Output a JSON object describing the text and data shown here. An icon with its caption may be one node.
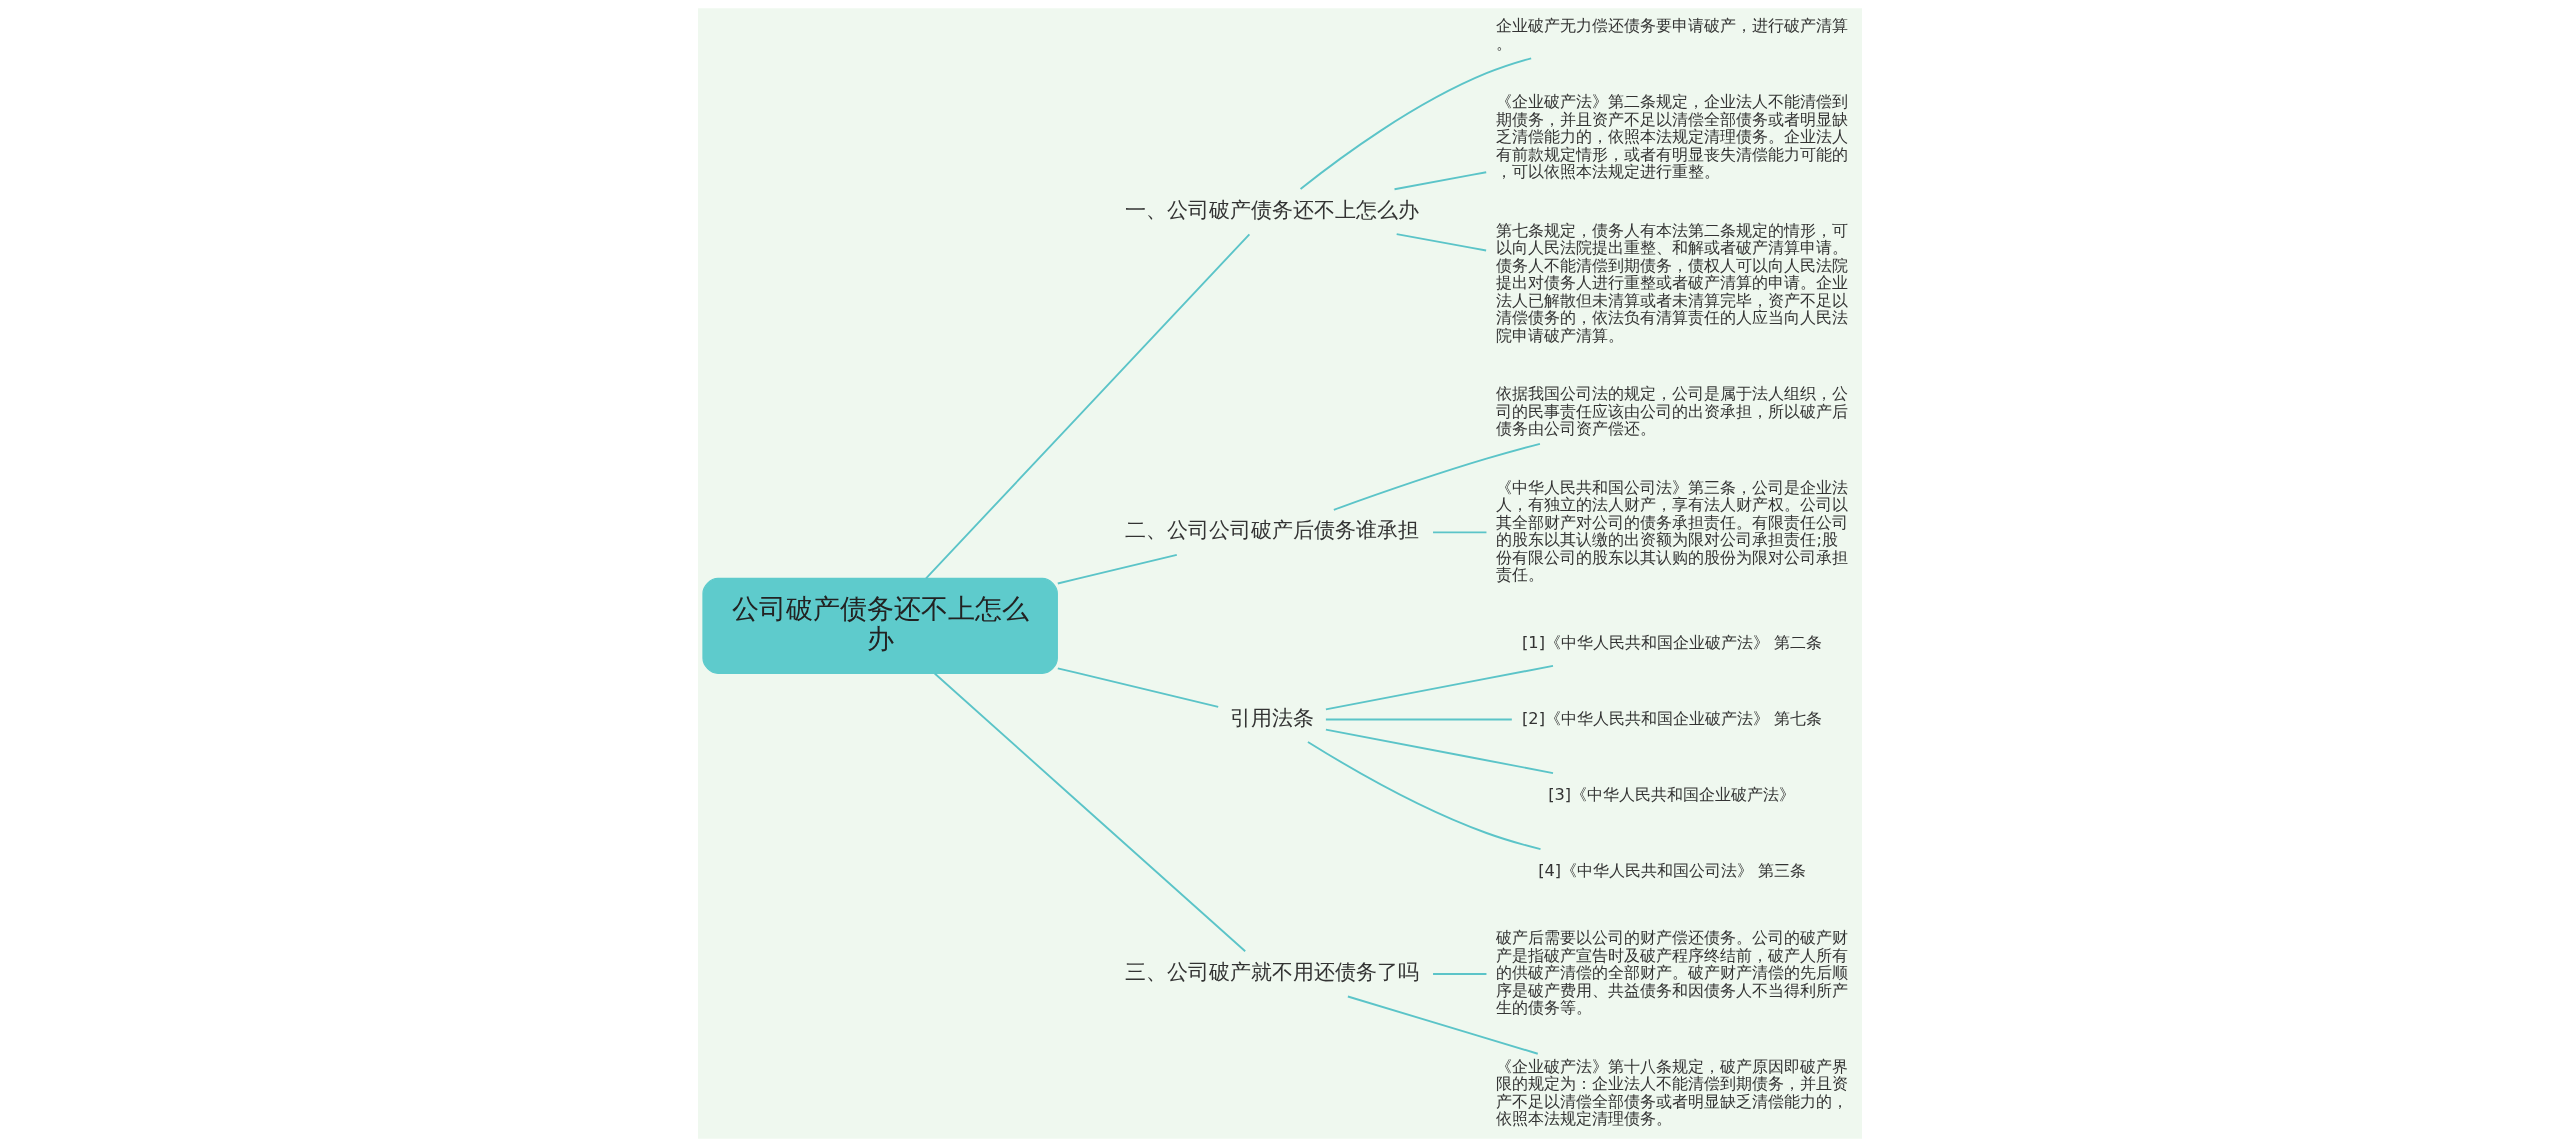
{
  "diagram": {
    "nodes": [
      {
        "text": [
          "公司破产债务还不上怎么办"
        ]
      },
      {
        "text": [
          "一、公司破产债务还不上怎么办"
        ]
      },
      {
        "text": [
          "企业破产无力偿还债务要申请破产，进行破产清算。"
        ]
      },
      {
        "text": [
          "《企业破产法》第二条规定，企业法人不能清偿到期债务，并且资产不足以清偿全部债务或者明显缺乏清偿能力的，依照本法规定清理债务。企业法人有前款规定情形，或者有明显丧失清偿能力可能的，可以依照本法规定进行重整。"
        ]
      },
      {
        "text": [
          "第七条规定，债务人有本法第二条规定的情形，可以向人民法院提出重整、和解或者破产清算申请。债务人不能清偿到期债务，债权人可以向人民法院提出对债务人进行重整或者破产清算的申请。企业法人已解散但未清算或者未清算完毕，资产不足以清偿债务的，依法负有清算责任的人应当向人民法院申请破产清算。"
        ]
      },
      {
        "text": [
          "二、公司公司破产后债务谁承担"
        ]
      },
      {
        "text": [
          "依据我国公司法的规定，公司是属于法人组织，公司的民事责任应该由公司的出资承担，所以破产后债务由公司资产偿还。"
        ]
      },
      {
        "text": [
          "《中华人民共和国公司法》第三条，公司是企业法人，有独立的法人财产，享有法人财产权。公司以其全部财产对公司的债务承担责任。有限责任公司的股东以其认缴的出资额为限对公司承担责任;股份有限公司的股东以其认购的股份为限对公司承担责任。"
        ]
      },
      {
        "text": [
          "引用法条"
        ]
      },
      {
        "text": [
          "[1]《中华人民共和国企业破产法》 第二条"
        ]
      },
      {
        "text": [
          "[2]《中华人民共和国企业破产法》 第七条"
        ]
      },
      {
        "text": [
          "[3]《中华人民共和国企业破产法》"
        ]
      },
      {
        "text": [
          "[4]《中华人民共和国公司法》 第三条"
        ]
      },
      {
        "text": [
          "三、公司破产就不用还债务了吗"
        ]
      },
      {
        "text": [
          "破产后需要以公司的财产偿还债务。公司的破产财产是指破产宣告时及破产程序终结前，破产人所有的供破产清偿的全部财产。破产财产清偿的先后顺序是破产费用、共益债务和因债务人不当得利所产生的债务等。"
        ]
      },
      {
        "text": [
          "《企业破产法》第十八条规定，破产原因即破产界限的规定为：企业法人不能清偿到期债务，并且资产不足以清偿全部债务或者明显缺乏清偿能力的，依照本法规定清理债务。"
        ]
      }
    ],
    "edges": [
      {
        "from": 0,
        "to": 1,
        "arrow": "none"
      },
      {
        "from": 1,
        "to": 2,
        "arrow": "none"
      },
      {
        "from": 1,
        "to": 3,
        "arrow": "none"
      },
      {
        "from": 1,
        "to": 4,
        "arrow": "none"
      },
      {
        "from": 0,
        "to": 5,
        "arrow": "none"
      },
      {
        "from": 5,
        "to": 6,
        "arrow": "none"
      },
      {
        "from": 5,
        "to": 7,
        "arrow": "none"
      },
      {
        "from": 0,
        "to": 8,
        "arrow": "none"
      },
      {
        "from": 8,
        "to": 9,
        "arrow": "none"
      },
      {
        "from": 8,
        "to": 10,
        "arrow": "none"
      },
      {
        "from": 8,
        "to": 11,
        "arrow": "none"
      },
      {
        "from": 8,
        "to": 12,
        "arrow": "none"
      },
      {
        "from": 0,
        "to": 13,
        "arrow": "none"
      },
      {
        "from": 13,
        "to": 14,
        "arrow": "none"
      },
      {
        "from": 13,
        "to": 15,
        "arrow": "none"
      }
    ]
  }
}
